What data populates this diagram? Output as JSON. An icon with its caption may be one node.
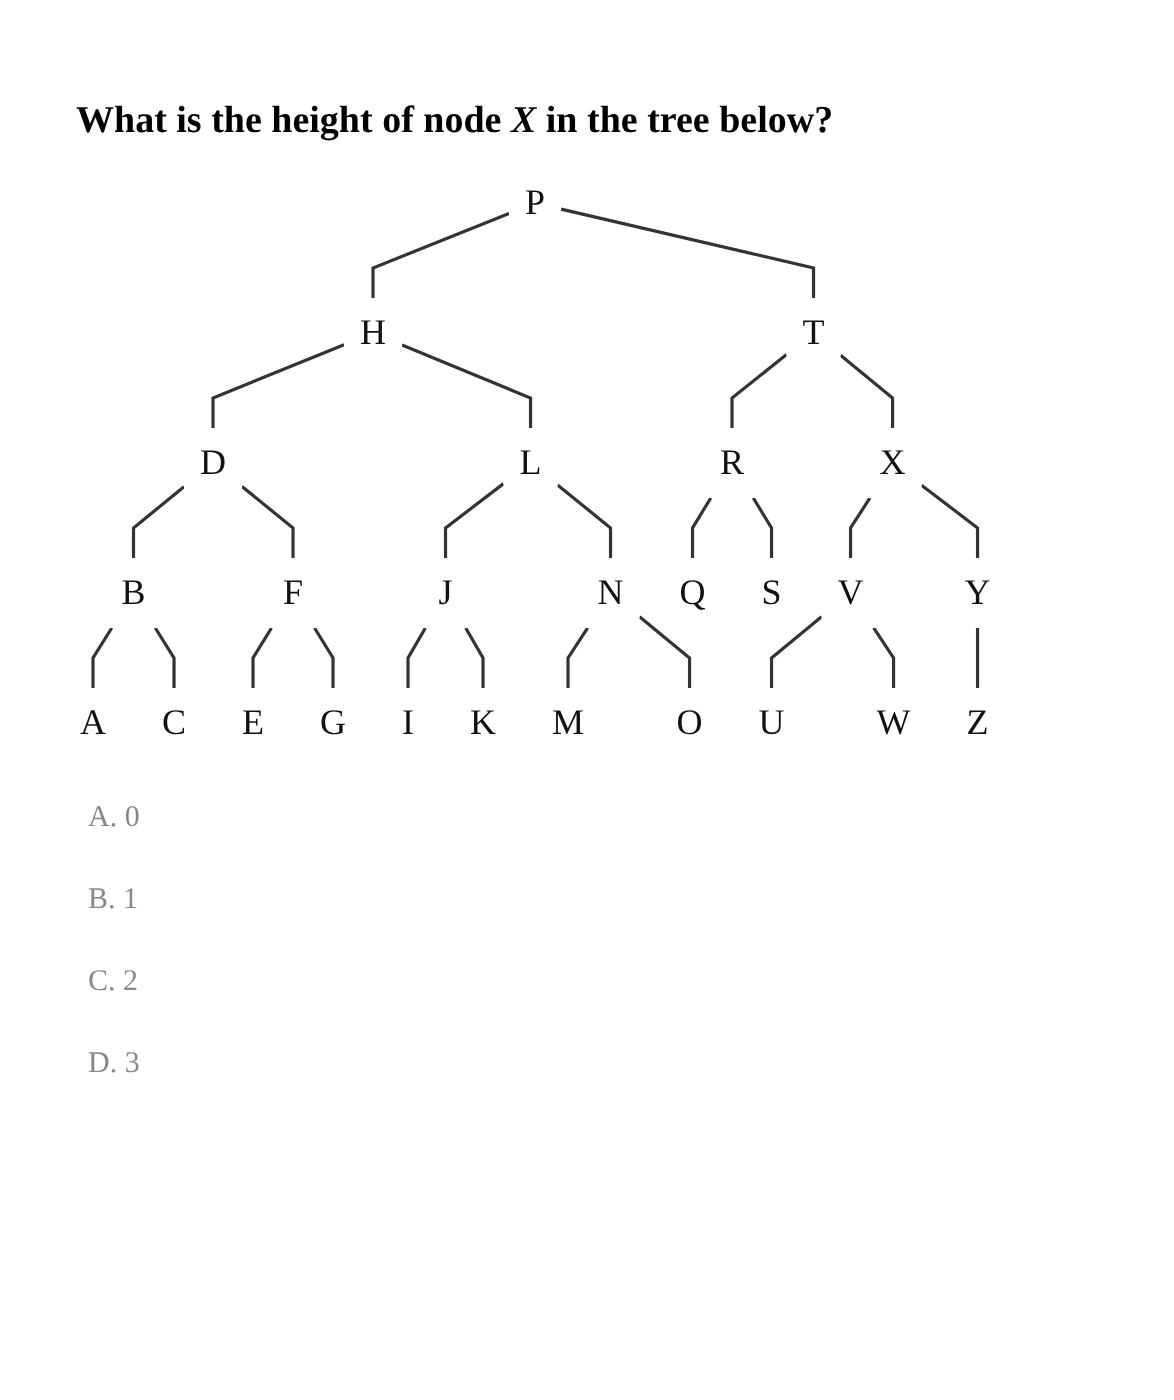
{
  "diagram": {
    "title": "What is the height of node *X* in the tree below?",
    "nodes": [
      {
        "text": [
          "P"
        ]
      },
      {
        "text": [
          "H"
        ]
      },
      {
        "text": [
          "T"
        ]
      },
      {
        "text": [
          "D"
        ]
      },
      {
        "text": [
          "L"
        ]
      },
      {
        "text": [
          "R"
        ]
      },
      {
        "text": [
          "X"
        ]
      },
      {
        "text": [
          "B"
        ]
      },
      {
        "text": [
          "F"
        ]
      },
      {
        "text": [
          "J"
        ]
      },
      {
        "text": [
          "N"
        ]
      },
      {
        "text": [
          "Q"
        ]
      },
      {
        "text": [
          "S"
        ]
      },
      {
        "text": [
          "V"
        ]
      },
      {
        "text": [
          "Y"
        ]
      },
      {
        "text": [
          "A"
        ]
      },
      {
        "text": [
          "C"
        ]
      },
      {
        "text": [
          "E"
        ]
      },
      {
        "text": [
          "G"
        ]
      },
      {
        "text": [
          "I"
        ]
      },
      {
        "text": [
          "K"
        ]
      },
      {
        "text": [
          "M"
        ]
      },
      {
        "text": [
          "O"
        ]
      },
      {
        "text": [
          "U"
        ]
      },
      {
        "text": [
          "W"
        ]
      },
      {
        "text": [
          "Z"
        ]
      }
    ],
    "edges": [
      {
        "from": 0,
        "to": 1,
        "arrow": "none"
      },
      {
        "from": 0,
        "to": 2,
        "arrow": "none"
      },
      {
        "from": 1,
        "to": 3,
        "arrow": "none"
      },
      {
        "from": 1,
        "to": 4,
        "arrow": "none"
      },
      {
        "from": 2,
        "to": 5,
        "arrow": "none"
      },
      {
        "from": 2,
        "to": 6,
        "arrow": "none"
      },
      {
        "from": 3,
        "to": 7,
        "arrow": "none"
      },
      {
        "from": 3,
        "to": 8,
        "arrow": "none"
      },
      {
        "from": 4,
        "to": 9,
        "arrow": "none"
      },
      {
        "from": 4,
        "to": 10,
        "arrow": "none"
      },
      {
        "from": 5,
        "to": 11,
        "arrow": "none"
      },
      {
        "from": 5,
        "to": 12,
        "arrow": "none"
      },
      {
        "from": 6,
        "to": 13,
        "arrow": "none"
      },
      {
        "from": 6,
        "to": 14,
        "arrow": "none"
      },
      {
        "from": 7,
        "to": 15,
        "arrow": "none"
      },
      {
        "from": 7,
        "to": 16,
        "arrow": "none"
      },
      {
        "from": 8,
        "to": 17,
        "arrow": "none"
      },
      {
        "from": 8,
        "to": 18,
        "arrow": "none"
      },
      {
        "from": 9,
        "to": 19,
        "arrow": "none"
      },
      {
        "from": 9,
        "to": 20,
        "arrow": "none"
      },
      {
        "from": 10,
        "to": 21,
        "arrow": "none"
      },
      {
        "from": 10,
        "to": 22,
        "arrow": "none"
      },
      {
        "from": 13,
        "to": 23,
        "arrow": "none"
      },
      {
        "from": 13,
        "to": 24,
        "arrow": "none"
      },
      {
        "from": 14,
        "to": 25,
        "arrow": "none"
      }
    ],
    "labels": [
      "A. 0",
      "B. 1",
      "C. 2",
      "D. 3"
    ]
  }
}
